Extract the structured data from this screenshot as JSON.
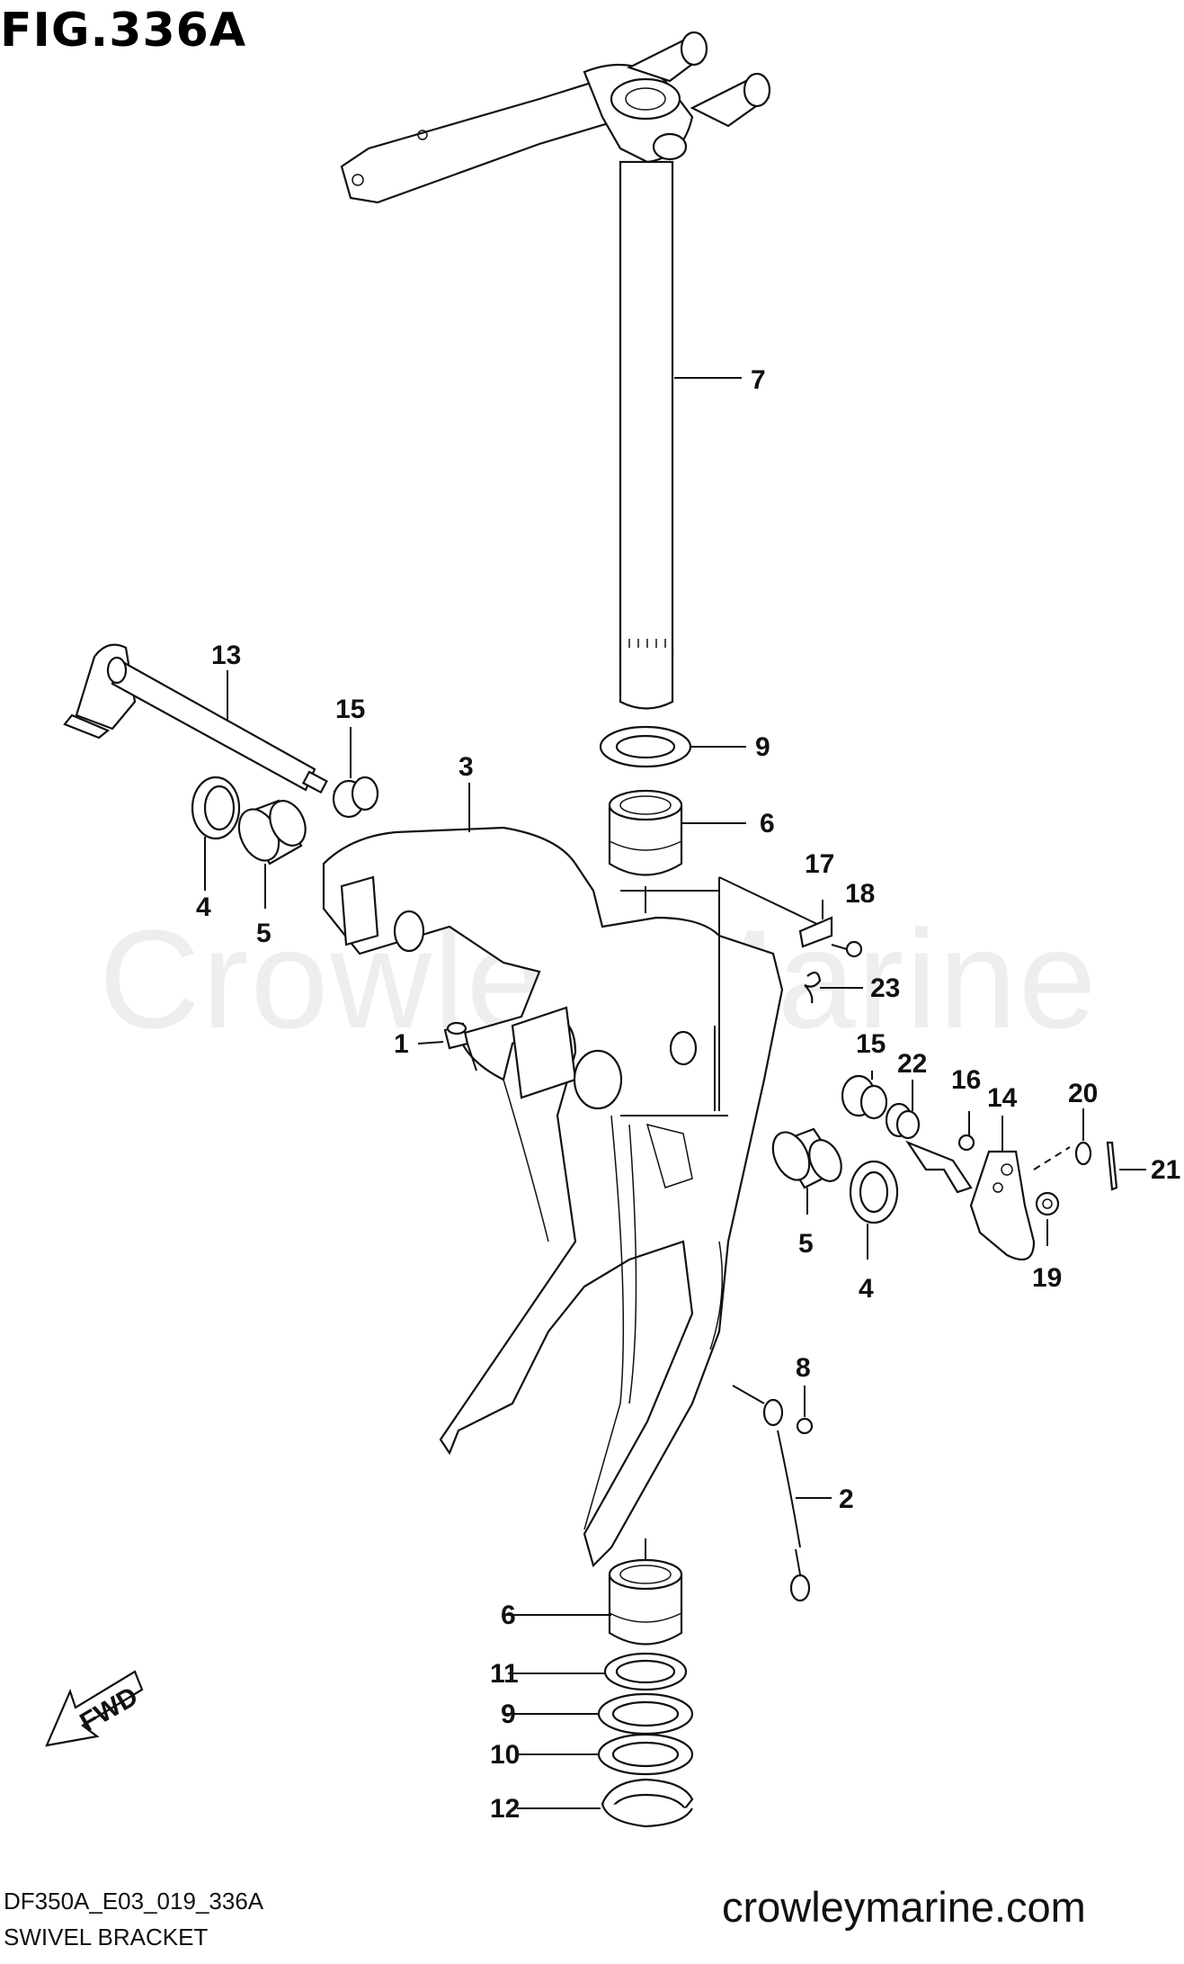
{
  "figure": {
    "title": "FIG.336A",
    "watermark": "Crowley Marine",
    "model_code": "DF350A_E03_019_336A",
    "section_name": "SWIVEL BRACKET",
    "website": "crowleymarine.com",
    "direction_label": "FWD"
  },
  "callouts": {
    "c1": "1",
    "c2": "2",
    "c3": "3",
    "c4a": "4",
    "c4b": "4",
    "c5a": "5",
    "c5b": "5",
    "c6a": "6",
    "c6b": "6",
    "c7": "7",
    "c8": "8",
    "c9a": "9",
    "c9b": "9",
    "c10": "10",
    "c11": "11",
    "c12": "12",
    "c13": "13",
    "c14": "14",
    "c15a": "15",
    "c15b": "15",
    "c16": "16",
    "c17": "17",
    "c18": "18",
    "c19": "19",
    "c20": "20",
    "c21": "21",
    "c22": "22",
    "c23": "23"
  }
}
